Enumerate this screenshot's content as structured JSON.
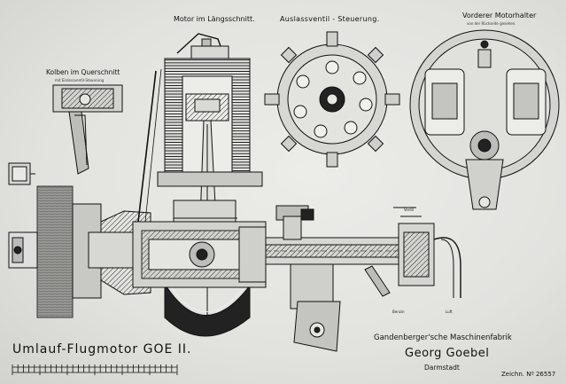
{
  "labels": {
    "longitudinal_title": "Motor im Längsschnitt.",
    "exhaust_title": "Auslassventil - Steuerung.",
    "mount_title": "Vorderer Motorhalter",
    "mount_subtitle": "von der Rückseite gesehen.",
    "piston_title": "Kolben im Querschnitt",
    "piston_subtitle": "mit Einlassventil-Steuerung",
    "main_title": "Umlauf-Flugmotor GOE II.",
    "firm_line": "Gandenberger'sche Maschinenfabrik",
    "firm_name": "Georg Goebel",
    "firm_city": "Darmstadt",
    "drawing_number": "Zeichn. Nº 26557",
    "small_label_1": "Ventil",
    "small_label_2": "Benzin",
    "small_label_3": "Luft"
  },
  "colors": {
    "paper": "#e6e6e3",
    "ink": "#111111",
    "shade": "#8a8a88",
    "dark": "#2a2a2a"
  }
}
